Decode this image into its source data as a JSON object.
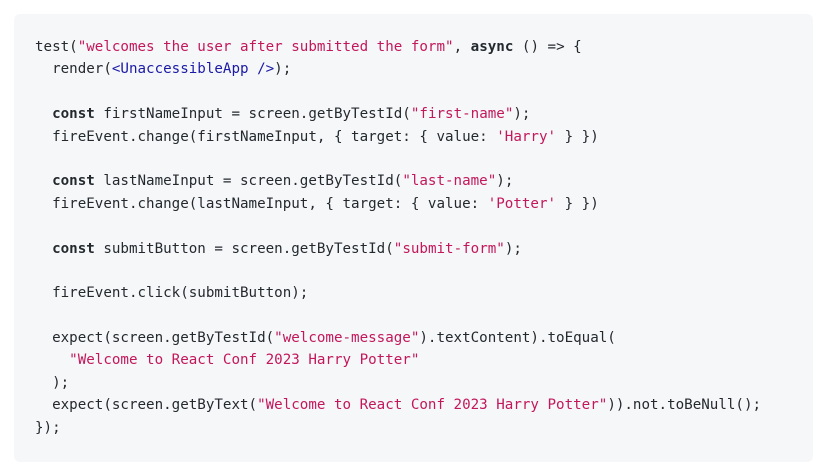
{
  "code": {
    "lines": [
      [
        {
          "t": "plain",
          "s": "test("
        },
        {
          "t": "str",
          "s": "\"welcomes the user after submitted the form\""
        },
        {
          "t": "plain",
          "s": ", "
        },
        {
          "t": "kw",
          "s": "async"
        },
        {
          "t": "plain",
          "s": " () => {"
        }
      ],
      [
        {
          "t": "plain",
          "s": "  render("
        },
        {
          "t": "jsx",
          "s": "<UnaccessibleApp />"
        },
        {
          "t": "plain",
          "s": ");"
        }
      ],
      [],
      [
        {
          "t": "plain",
          "s": "  "
        },
        {
          "t": "kw",
          "s": "const"
        },
        {
          "t": "plain",
          "s": " firstNameInput = screen.getByTestId("
        },
        {
          "t": "str",
          "s": "\"first-name\""
        },
        {
          "t": "plain",
          "s": ");"
        }
      ],
      [
        {
          "t": "plain",
          "s": "  fireEvent.change(firstNameInput, { target: { value: "
        },
        {
          "t": "str",
          "s": "'Harry'"
        },
        {
          "t": "plain",
          "s": " } })"
        }
      ],
      [],
      [
        {
          "t": "plain",
          "s": "  "
        },
        {
          "t": "kw",
          "s": "const"
        },
        {
          "t": "plain",
          "s": " lastNameInput = screen.getByTestId("
        },
        {
          "t": "str",
          "s": "\"last-name\""
        },
        {
          "t": "plain",
          "s": ");"
        }
      ],
      [
        {
          "t": "plain",
          "s": "  fireEvent.change(lastNameInput, { target: { value: "
        },
        {
          "t": "str",
          "s": "'Potter'"
        },
        {
          "t": "plain",
          "s": " } })"
        }
      ],
      [],
      [
        {
          "t": "plain",
          "s": "  "
        },
        {
          "t": "kw",
          "s": "const"
        },
        {
          "t": "plain",
          "s": " submitButton = screen.getByTestId("
        },
        {
          "t": "str",
          "s": "\"submit-form\""
        },
        {
          "t": "plain",
          "s": ");"
        }
      ],
      [],
      [
        {
          "t": "plain",
          "s": "  fireEvent.click(submitButton);"
        }
      ],
      [],
      [
        {
          "t": "plain",
          "s": "  expect(screen.getByTestId("
        },
        {
          "t": "str",
          "s": "\"welcome-message\""
        },
        {
          "t": "plain",
          "s": ").textContent).toEqual("
        }
      ],
      [
        {
          "t": "plain",
          "s": "    "
        },
        {
          "t": "str",
          "s": "\"Welcome to React Conf 2023 Harry Potter\""
        }
      ],
      [
        {
          "t": "plain",
          "s": "  );"
        }
      ],
      [
        {
          "t": "plain",
          "s": "  expect(screen.getByText("
        },
        {
          "t": "str",
          "s": "\"Welcome to React Conf 2023 Harry Potter\""
        },
        {
          "t": "plain",
          "s": ")).not.toBeNull();"
        }
      ],
      [
        {
          "t": "plain",
          "s": "});"
        }
      ]
    ]
  },
  "colors": {
    "background": "#f6f7f9",
    "text": "#24292e",
    "string": "#c2185b",
    "jsx_tag": "#1a1aa6"
  }
}
